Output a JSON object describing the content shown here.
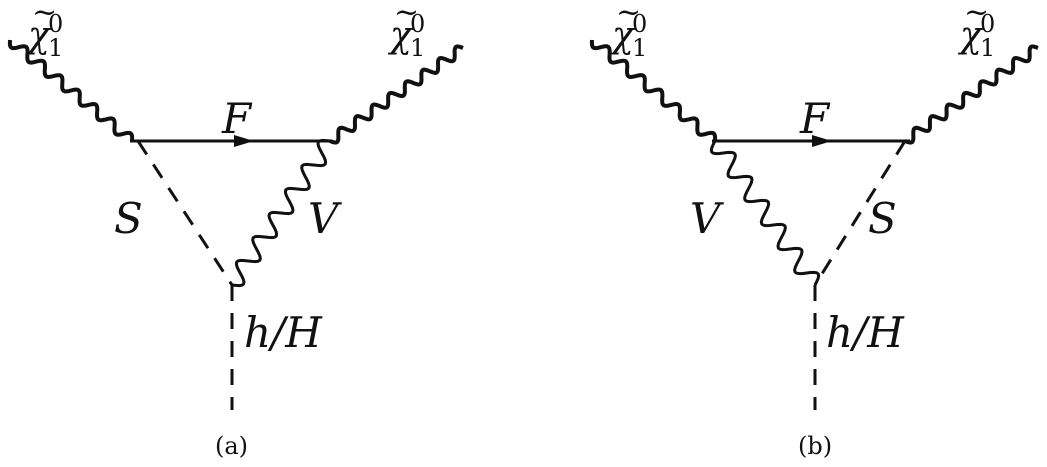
{
  "diagrams": [
    {
      "caption": "(a)",
      "labels": {
        "chi_left": {
          "base": "χ",
          "tilde": "~",
          "sup": "0",
          "sub": "1"
        },
        "chi_right": {
          "base": "χ",
          "tilde": "~",
          "sup": "0",
          "sub": "1"
        },
        "fermion": "F",
        "scalar": "S",
        "vector": "V",
        "higgs": "h/H"
      }
    },
    {
      "caption": "(b)",
      "labels": {
        "chi_left": {
          "base": "χ",
          "tilde": "~",
          "sup": "0",
          "sub": "1"
        },
        "chi_right": {
          "base": "χ",
          "tilde": "~",
          "sup": "0",
          "sub": "1"
        },
        "fermion": "F",
        "scalar": "S",
        "vector": "V",
        "higgs": "h/H"
      }
    }
  ]
}
